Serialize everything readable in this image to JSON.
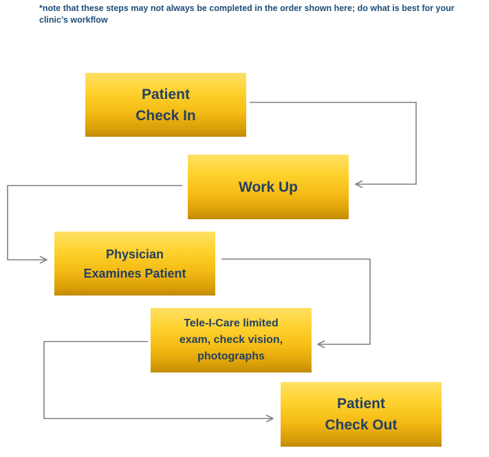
{
  "note": "*note that these steps may not always be completed in the order shown here; do what is best for your clinic’s workflow",
  "steps": [
    {
      "line1": "Patient",
      "line2": "Check In"
    },
    {
      "line1": "Work Up"
    },
    {
      "line1": "Physician",
      "line2": "Examines Patient"
    },
    {
      "line1": "Tele-I-Care limited",
      "line2": "exam, check vision,",
      "line3": "photographs"
    },
    {
      "line1": "Patient",
      "line2": "Check Out"
    }
  ],
  "colors": {
    "box_top": "#ffe066",
    "box_bottom": "#c08a06",
    "text": "#244062",
    "connector": "#7f7f7f"
  }
}
